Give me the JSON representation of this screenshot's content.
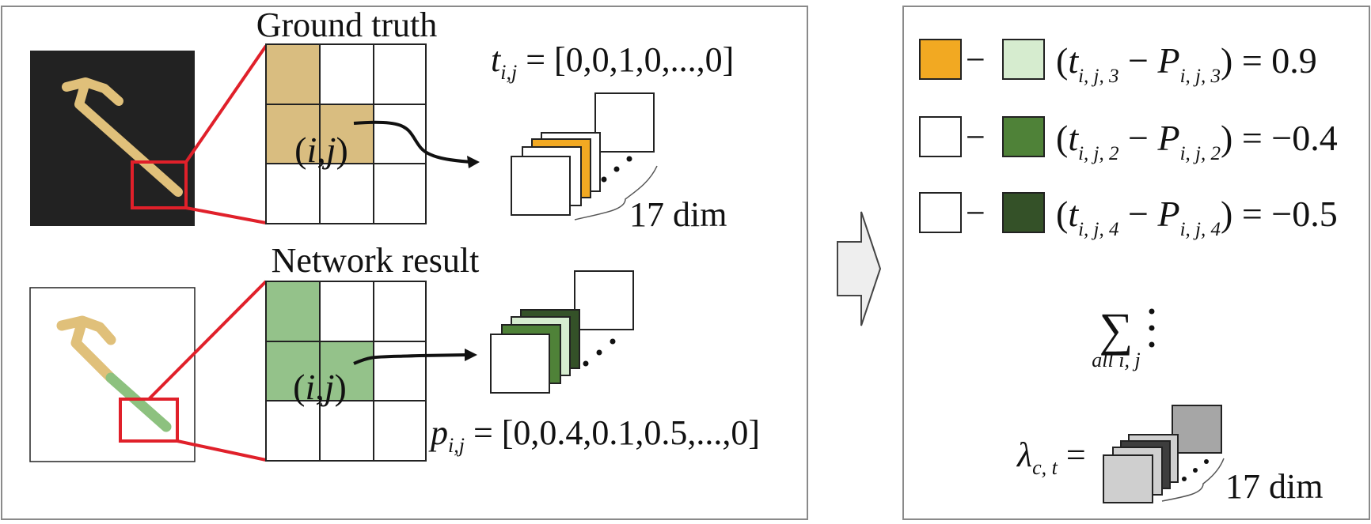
{
  "colors": {
    "frame": "#8a8a8a",
    "dark_bg": "#222222",
    "stroke_tan": "#e0c07a",
    "stroke_green": "#8dc17f",
    "cell_tan": "#d9bd80",
    "cell_green": "#94c28a",
    "highlight_red": "#e0202a",
    "orange": "#f2a922",
    "light_green": "#d6eccf",
    "mid_green": "#4f8238",
    "dark_green": "#345128",
    "gray_light": "#cfcfcf",
    "gray_mid": "#a6a6a6",
    "gray_dark": "#3d3d3d",
    "arrow_fill": "#eeeeee"
  },
  "left": {
    "gt_title": "Ground truth",
    "net_title": "Network result",
    "cell_label_i": "i",
    "cell_label_j": "j",
    "t_label": "t",
    "t_sub": "i,j",
    "t_vector": " = [0,0,1,0,...,0]",
    "p_label": "p",
    "p_sub": "i,j",
    "p_vector": " = [0,0.4,0.1,0.5,...,0]",
    "dim_label": "17 dim"
  },
  "right": {
    "rows": [
      {
        "t_sub": "i, j, 3",
        "p_sub": "i, j, 3",
        "value": "0.9"
      },
      {
        "t_sub": "i, j, 2",
        "p_sub": "i, j, 2",
        "value": "−0.4"
      },
      {
        "t_sub": "i, j, 4",
        "p_sub": "i, j, 4",
        "value": "−0.5"
      }
    ],
    "t_letter": "t",
    "p_letter": "P",
    "minus": "−",
    "equals": "=",
    "sum_symbol": "∑",
    "sum_under": "all i, j",
    "lambda": "λ",
    "lambda_sub": "c, t",
    "lambda_eq": "=",
    "dim_label": "17 dim"
  }
}
